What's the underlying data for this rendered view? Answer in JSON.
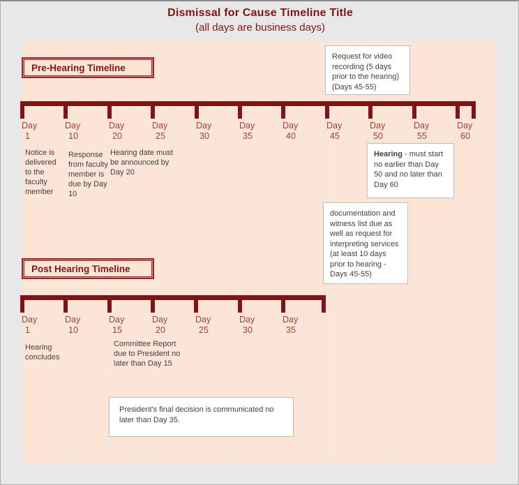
{
  "title": {
    "main": "Dismissal for Cause Timeline Title",
    "subtitle": "(all days are business days)"
  },
  "day_word": "Day",
  "colors": {
    "maroon": "#7f1416",
    "dayred": "#9a423d",
    "peach": "#fce4d6",
    "text": "#3f3f3f"
  },
  "pre": {
    "header": "Pre-Hearing Timeline",
    "days": [
      "1",
      "10",
      "20",
      "25",
      "30",
      "35",
      "40",
      "45",
      "50",
      "55",
      "60"
    ],
    "notes": [
      {
        "text": "Notice is delivered to the faculty member"
      },
      {
        "text": "Response from faculty member is due by Day 10"
      },
      {
        "text": "Hearing date must be announced by Day 20"
      }
    ],
    "callouts": [
      {
        "text": "Request for video recording (5 days prior to the hearing) (Days 45-55)"
      },
      {
        "bold": "Hearing",
        "text": " - must start no earlier than Day 50 and no later than Day 60"
      },
      {
        "text": "documentation and witness list due as well as request for interpreting services (at least 10 days prior to hearing - Days 45-55)"
      }
    ]
  },
  "post": {
    "header": "Post Hearing Timeline",
    "days": [
      "1",
      "10",
      "15",
      "20",
      "25",
      "30",
      "35"
    ],
    "notes": [
      {
        "text": "Hearing concludes"
      },
      {
        "text": "Committee Report due to President no later than Day 15"
      }
    ],
    "callouts": [
      {
        "text": "President's final decision is communicated no later than Day 35."
      }
    ]
  }
}
